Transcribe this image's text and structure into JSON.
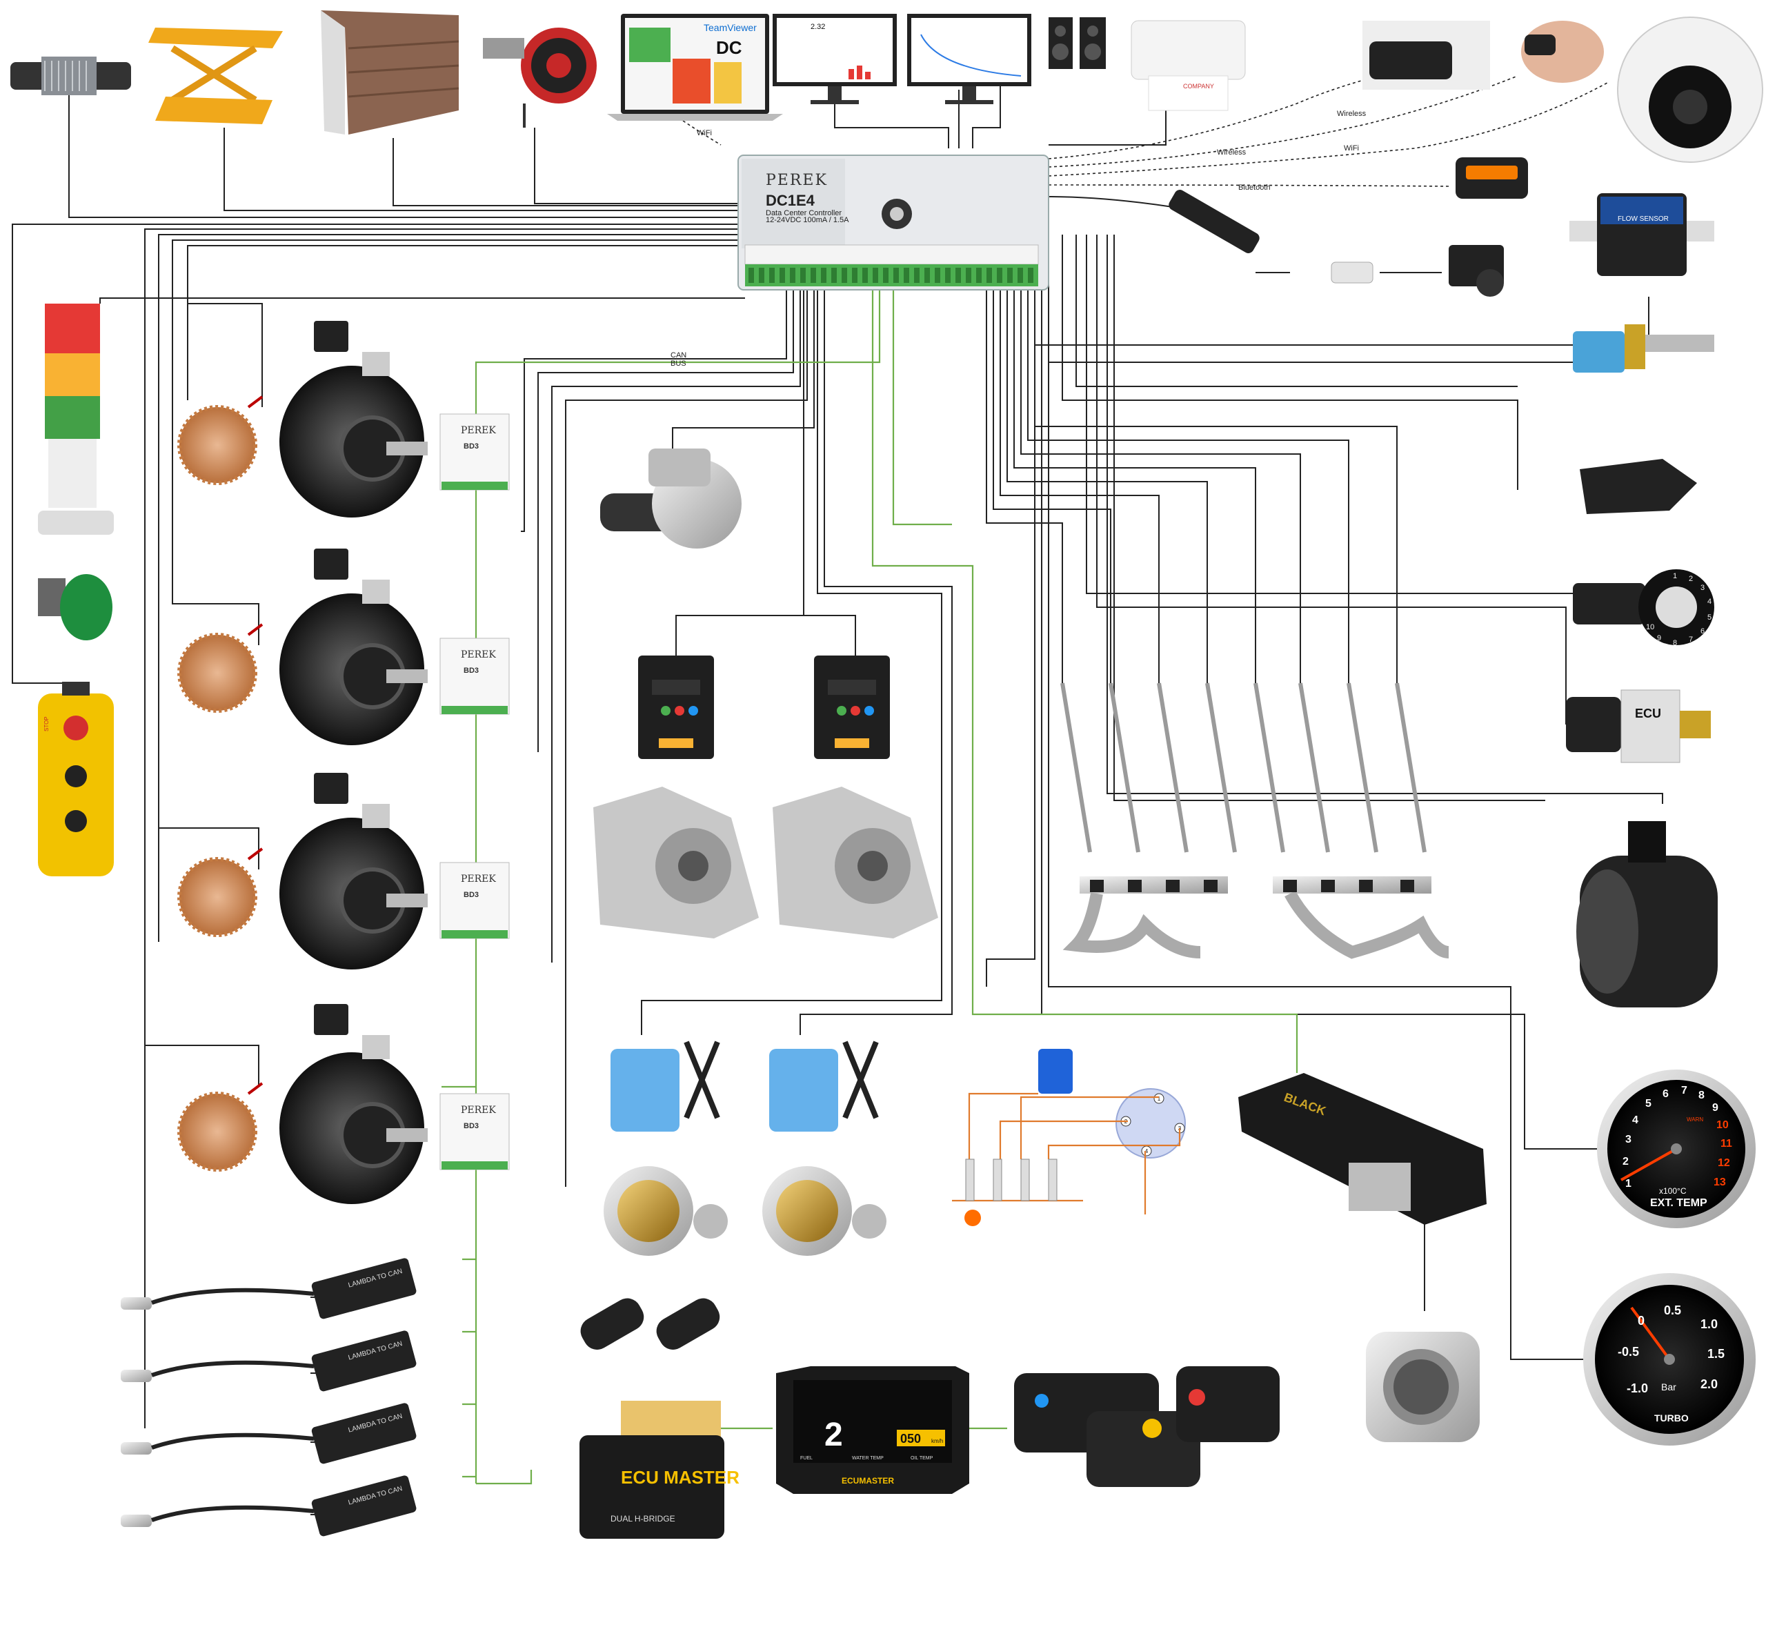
{
  "controller": {
    "brand": "PEREK",
    "model": "DC1E4",
    "subtitle": "Data Center Controller",
    "spec": "12-24VDC 100mA / 1.5A"
  },
  "labels": {
    "can_bus_1": "CAN",
    "can_bus_2": "BUS",
    "wifi_laptop": "WiFi",
    "wireless_1": "Wireless",
    "wireless_2": "Wireless",
    "wifi_2": "WiFi",
    "bluetooth": "Bluetooth"
  },
  "laptop": {
    "brand": "TeamViewer",
    "logo": "DC"
  },
  "monitor": {
    "readout": "2.32"
  },
  "printer": {
    "brand": "COMPANY"
  },
  "flow_sensor": {
    "label": "FLOW SENSOR"
  },
  "driver_board": {
    "brand": "PEREK",
    "model": "BD3"
  },
  "lambda": {
    "label": "LAMBDA TO CAN"
  },
  "hbridge": {
    "brand": "ECU MASTER",
    "model": "DUAL H-BRIDGE"
  },
  "dash": {
    "gear": "2",
    "speed": "050",
    "unit": "km/h",
    "brand": "ECUMASTER",
    "cells": [
      "FUEL",
      "WATER TEMP",
      "OIL TEMP"
    ]
  },
  "ecu": {
    "label": "BLACK"
  },
  "pressure_sensor": {
    "label": "ECU"
  },
  "gauge_temp": {
    "ticks": [
      "1",
      "2",
      "3",
      "4",
      "5",
      "6",
      "7",
      "8",
      "9",
      "10",
      "11",
      "12",
      "13"
    ],
    "unit": "x100°C",
    "name": "EXT. TEMP",
    "warn": "WARN"
  },
  "gauge_turbo": {
    "ticks": [
      "-1.0",
      "-0.5",
      "0",
      "0.5",
      "1.0",
      "1.5",
      "2.0"
    ],
    "unit": "Bar",
    "name": "TURBO"
  },
  "pot": {
    "digits": [
      "1",
      "2",
      "3",
      "4",
      "5",
      "6",
      "7",
      "8",
      "9",
      "10"
    ]
  },
  "distributor": {
    "ports": [
      "1",
      "2",
      "3",
      "4"
    ]
  },
  "pendant": {
    "stop": "STOP"
  },
  "colors": {
    "wire": "#222222",
    "can": "#6fae4a",
    "ignition": "#e07a2c",
    "terminal": "#4caf50"
  }
}
